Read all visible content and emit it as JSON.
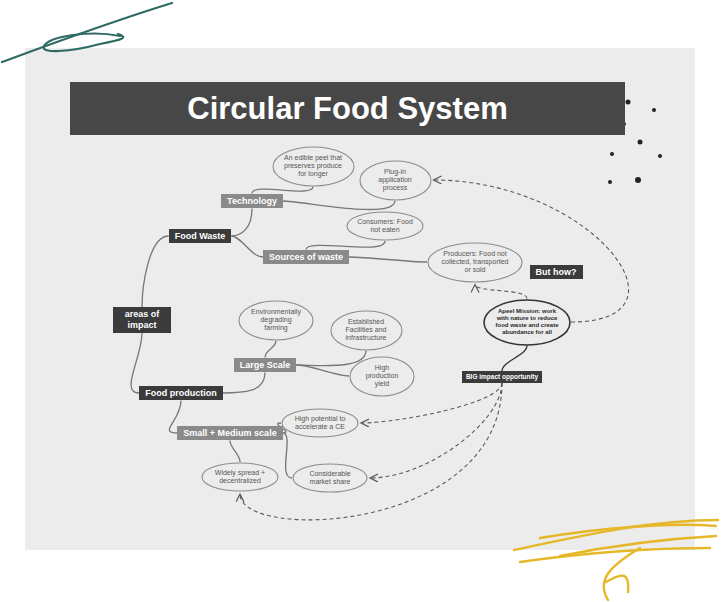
{
  "diagram": {
    "title": "Circular Food System",
    "nodes": [
      {
        "text": [
          "Food Waste"
        ]
      },
      {
        "text": [
          "Technology"
        ]
      },
      {
        "text": [
          "An edible peel that preserves produce for longer"
        ]
      },
      {
        "text": [
          "Plug-in application process"
        ]
      },
      {
        "text": [
          "Sources of waste"
        ]
      },
      {
        "text": [
          "Consumers: Food not eaten"
        ]
      },
      {
        "text": [
          "Producers: Food not collected, transported or sold"
        ]
      },
      {
        "text": [
          "But how?"
        ]
      },
      {
        "text": [
          "areas of impact"
        ]
      },
      {
        "text": [
          "Large Scale"
        ]
      },
      {
        "text": [
          "Environmentally degrading farming"
        ]
      },
      {
        "text": [
          "Established Facilities and infrastructure"
        ]
      },
      {
        "text": [
          "High production yield"
        ]
      },
      {
        "text": [
          "Food production"
        ]
      },
      {
        "text": [
          "Small + Medium scale"
        ]
      },
      {
        "text": [
          "High potential to accelerate a CE"
        ]
      },
      {
        "text": [
          "Considerable market share"
        ]
      },
      {
        "text": [
          "Widely spread + decentralized"
        ]
      },
      {
        "text": [
          "Apeel Mission: work with nature to reduce food waste and create abundance for all"
        ]
      },
      {
        "text": [
          "BIG impact opportunity"
        ]
      }
    ],
    "edges": [
      {
        "from": 8,
        "to": 0,
        "arrow": "none"
      },
      {
        "from": 8,
        "to": 13,
        "arrow": "none"
      },
      {
        "from": 0,
        "to": 1,
        "arrow": "none"
      },
      {
        "from": 0,
        "to": 4,
        "arrow": "none"
      },
      {
        "from": 1,
        "to": 2,
        "arrow": "none"
      },
      {
        "from": 1,
        "to": 3,
        "arrow": "none"
      },
      {
        "from": 4,
        "to": 5,
        "arrow": "none"
      },
      {
        "from": 4,
        "to": 6,
        "arrow": "none"
      },
      {
        "from": 13,
        "to": 9,
        "arrow": "none"
      },
      {
        "from": 13,
        "to": 14,
        "arrow": "none"
      },
      {
        "from": 9,
        "to": 10,
        "arrow": "none"
      },
      {
        "from": 9,
        "to": 11,
        "arrow": "none"
      },
      {
        "from": 9,
        "to": 12,
        "arrow": "none"
      },
      {
        "from": 14,
        "to": 15,
        "arrow": "none"
      },
      {
        "from": 14,
        "to": 16,
        "arrow": "none"
      },
      {
        "from": 14,
        "to": 17,
        "arrow": "none"
      },
      {
        "from": 18,
        "to": 19,
        "arrow": "none"
      },
      {
        "from": 18,
        "to": 3,
        "arrow": "to"
      },
      {
        "from": 18,
        "to": 6,
        "arrow": "to"
      },
      {
        "from": 19,
        "to": 15,
        "arrow": "to"
      },
      {
        "from": 19,
        "to": 16,
        "arrow": "to"
      },
      {
        "from": 19,
        "to": 17,
        "arrow": "to"
      }
    ]
  }
}
